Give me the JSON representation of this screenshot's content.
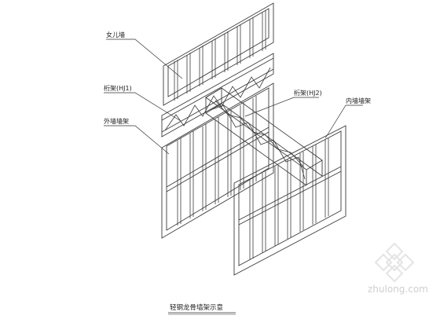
{
  "labels": {
    "parapet": "女儿墙",
    "truss_hj1": "桁架(HJ1)",
    "truss_hj2": "桁架(HJ2)",
    "exterior_wall": "外墙墙架",
    "interior_wall": "内墙墙架"
  },
  "caption": "轻钢龙骨墙架示意",
  "watermark": "zhulong.com",
  "colors": {
    "line": "#3c3c3c",
    "text": "#222222",
    "watermark": "#cfcfcf"
  }
}
